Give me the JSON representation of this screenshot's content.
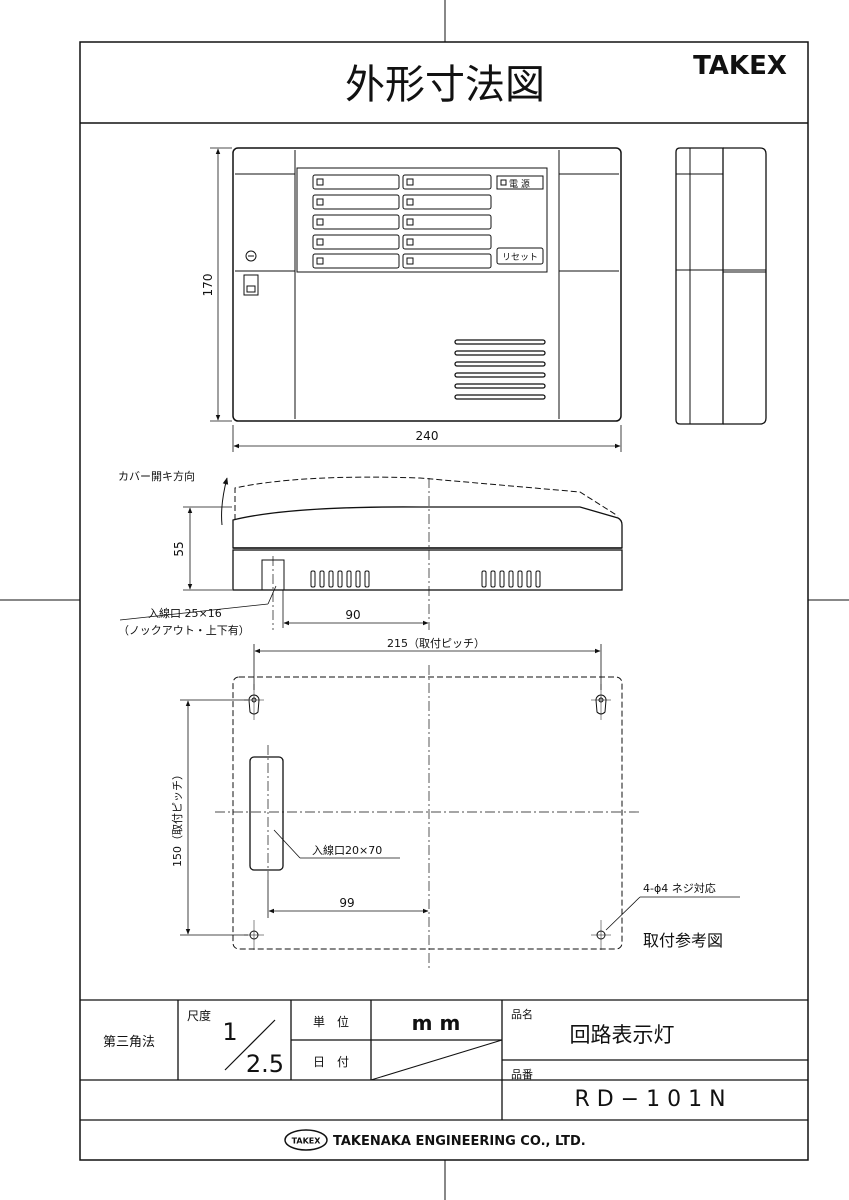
{
  "header": {
    "title": "外形寸法図",
    "brand": "TAKEX"
  },
  "front_view": {
    "width_dim": "240",
    "height_dim": "170",
    "power_label": "電 源",
    "reset_label": "リセット"
  },
  "side_view": {
    "cover_note": "カバー開キ方向",
    "height_dim": "55",
    "offset_dim": "90",
    "entry_label": "入線口 25×16",
    "entry_note": "（ノックアウト・上下有）"
  },
  "mount_view": {
    "pitch_w": "215（取付ピッチ）",
    "pitch_h": "150（取付ピッチ）",
    "entry_label": "入線口20×70",
    "offset_dim": "99",
    "screw_note": "4-ϕ4 ネジ対応",
    "caption": "取付参考図"
  },
  "title_block": {
    "projection": "第三角法",
    "scale_label": "尺度",
    "scale_num": "1",
    "scale_den": "2.5",
    "unit_label": "単　位",
    "unit_value": "m m",
    "date_label": "日　付",
    "name_label": "品名",
    "name_value": "回路表示灯",
    "number_label": "品番",
    "number_value": "R D − 1 0 1 N",
    "company": "TAKENAKA ENGINEERING CO., LTD.",
    "company_logo": "TAKEX"
  }
}
